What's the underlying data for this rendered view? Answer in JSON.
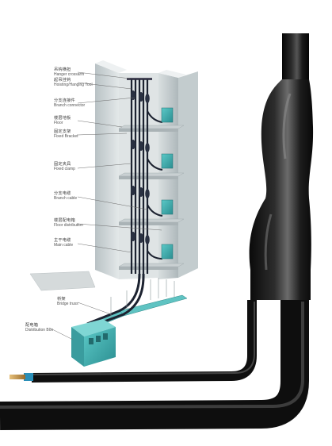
{
  "labels": [
    {
      "id": "hanger",
      "zh": "吊钩横担",
      "en": "Hanger crossarm"
    },
    {
      "id": "hoisting",
      "zh": "起吊挂钩",
      "en": "Hoisting/Hanging Tool"
    },
    {
      "id": "branch_connector",
      "zh": "分支连接件",
      "en": "Branch connector"
    },
    {
      "id": "floor",
      "zh": "楼层地板",
      "en": "Floor"
    },
    {
      "id": "fixed_bracket",
      "zh": "固定支架",
      "en": "Fixed Bracket"
    },
    {
      "id": "fixed_clamp",
      "zh": "固定夹具",
      "en": "Fixed clamp"
    },
    {
      "id": "branch_cable",
      "zh": "分支电缆",
      "en": "Branch cable"
    },
    {
      "id": "floor_distribution",
      "zh": "楼层配电箱",
      "en": "Floor distribution"
    },
    {
      "id": "main_cable",
      "zh": "主干电缆",
      "en": "Main cable"
    },
    {
      "id": "bridge_truss",
      "zh": "桥架",
      "en": "Bridge truss"
    },
    {
      "id": "distribution_box",
      "zh": "配电箱",
      "en": "Distribution Box"
    }
  ],
  "colors": {
    "cable": "#1b1b1b",
    "cable_highlight": "#6a6a6a",
    "copper": "#c89a55",
    "box": "#3fb0b0",
    "wall": "#cfd6d8",
    "wall_shadow": "#a9b3b6"
  }
}
